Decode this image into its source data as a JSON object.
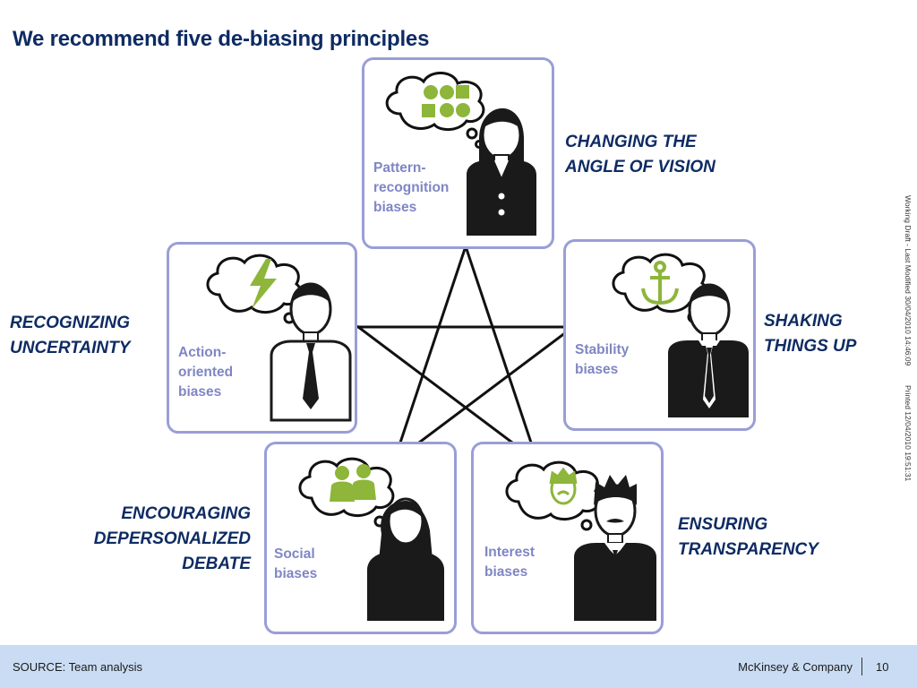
{
  "title": "We recommend five de-biasing principles",
  "cards": [
    {
      "id": "pattern",
      "label_lines": [
        "Pattern-",
        "recognition",
        "biases"
      ],
      "principle_lines": [
        "CHANGING THE",
        "ANGLE OF VISION"
      ],
      "thought_icon": "shapes-icon",
      "figure": "woman-icon"
    },
    {
      "id": "action",
      "label_lines": [
        "Action-",
        "oriented",
        "biases"
      ],
      "principle_lines": [
        "RECOGNIZING",
        "UNCERTAINTY"
      ],
      "thought_icon": "lightning-icon",
      "figure": "man-tie-icon"
    },
    {
      "id": "stability",
      "label_lines": [
        "Stability",
        "biases"
      ],
      "principle_lines": [
        "SHAKING",
        "THINGS UP"
      ],
      "thought_icon": "anchor-icon",
      "figure": "man-tie-icon"
    },
    {
      "id": "social",
      "label_lines": [
        "Social",
        "biases"
      ],
      "principle_lines": [
        "ENCOURAGING",
        "DEPERSONALIZED",
        "DEBATE"
      ],
      "thought_icon": "people-icon",
      "figure": "woman-long-hair-icon"
    },
    {
      "id": "interest",
      "label_lines": [
        "Interest",
        "biases"
      ],
      "principle_lines": [
        "ENSURING",
        "TRANSPARENCY"
      ],
      "thought_icon": "mustache-face-icon",
      "figure": "man-mustache-icon"
    }
  ],
  "side_note": {
    "draft": "Working Draft - Last Modified 30/04/2010 14:46:09",
    "printed": "Printed 12/04/2010 19:51:31"
  },
  "footer": {
    "source": "SOURCE: Team analysis",
    "company": "McKinsey & Company",
    "page": "10"
  },
  "colors": {
    "title": "#0e2b63",
    "card_border": "#9a9ed6",
    "label": "#7f86c4",
    "accent_green": "#8db63a",
    "footer_bg": "#c9dcf3"
  }
}
